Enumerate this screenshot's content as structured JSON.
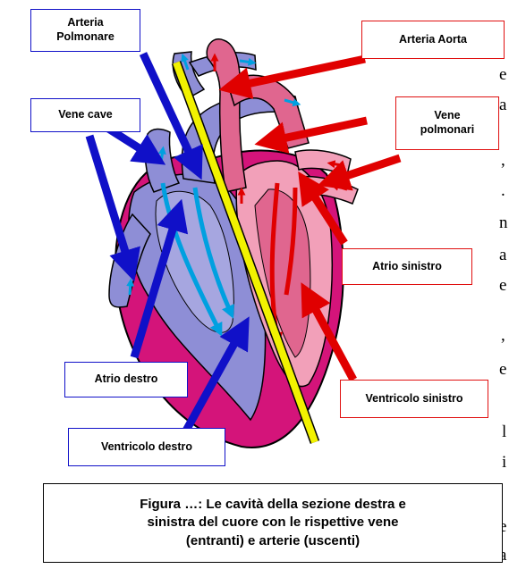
{
  "labels": {
    "arteria_polmonare": "Arteria\nPolmonare",
    "arteria_aorta": "Arteria Aorta",
    "vene_cave": "Vene cave",
    "vene_polmonari": "Vene\npolmonari",
    "atrio_sinistro": "Atrio sinistro",
    "atrio_destro": "Atrio destro",
    "ventricolo_sinistro": "Ventricolo sinistro",
    "ventricolo_destro": "Ventricolo destro"
  },
  "caption": "Figura …: Le cavità della sezione destra e\nsinistra del cuore con le rispettive vene\n(entranti) e arterie (uscenti)",
  "left_edge_text": [
    {
      "text": "e"
    },
    {
      "text": "a"
    },
    {
      "text": ","
    },
    {
      "text": "."
    },
    {
      "text": "n"
    },
    {
      "text": "a"
    },
    {
      "text": "e"
    },
    {
      "text": ","
    },
    {
      "text": "e"
    },
    {
      "text": "l"
    },
    {
      "text": "i"
    },
    {
      "text": "e"
    },
    {
      "text": "a"
    }
  ],
  "colors": {
    "heart_pink": "#e0668f",
    "heart_magenta": "#d4147a",
    "heart_light_pink": "#f2a0b9",
    "vein_gray_blue": "#8e8ed6",
    "arrow_red": "#e00000",
    "arrow_blue": "#1010c8",
    "separator_yellow": "#f2f200"
  }
}
